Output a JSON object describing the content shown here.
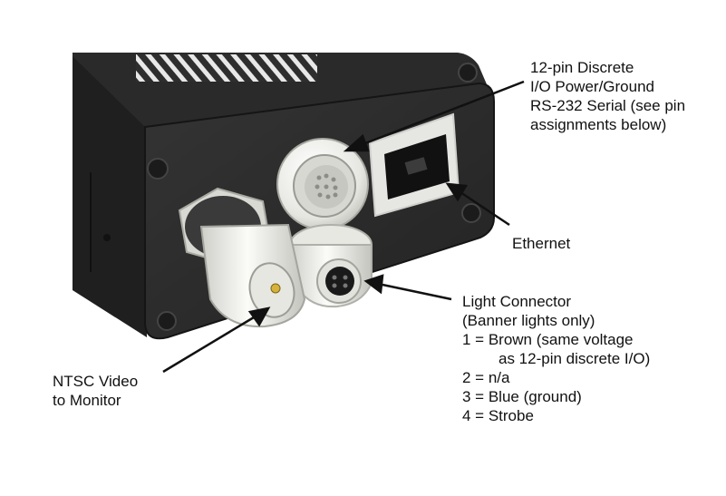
{
  "callouts": {
    "io": {
      "lines": [
        "12-pin Discrete",
        "I/O Power/Ground",
        "RS-232 Serial (see pin",
        "assignments below)"
      ]
    },
    "ethernet": {
      "lines": [
        "Ethernet"
      ]
    },
    "light": {
      "lines": [
        "Light Connector",
        "(Banner lights only)",
        "1 = Brown (same voltage",
        "as 12-pin discrete I/O)",
        "2 = n/a",
        "3 = Blue (ground)",
        "4 = Strobe"
      ]
    },
    "video": {
      "lines": [
        "NTSC Video",
        "to Monitor"
      ]
    }
  },
  "colors": {
    "housing": "#2b2b2b",
    "housing_edge": "#1a1a1a",
    "connector": "#e9e9e4",
    "ethernet_frame": "#e4e4e4",
    "text": "#111111"
  }
}
